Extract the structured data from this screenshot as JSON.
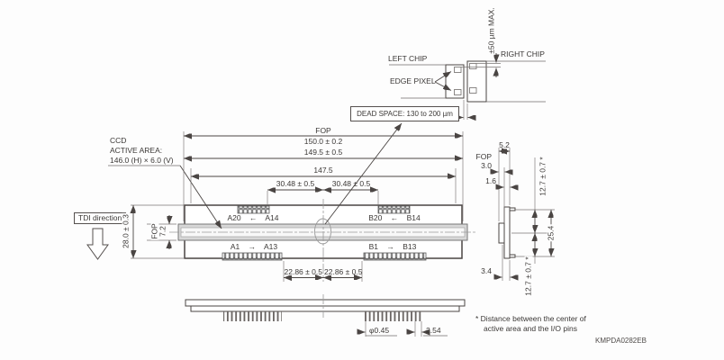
{
  "meta": {
    "part_number": "KMPDA0282EB"
  },
  "colors": {
    "line": "#4a4543",
    "text": "#3b3836",
    "light_line": "#8d8d8d",
    "background": "#fdfdfd"
  },
  "labels": {
    "tdi_direction": "TDI direction",
    "ccd_line1": "CCD",
    "ccd_line2": "ACTIVE AREA:",
    "ccd_line3": "146.0 (H) × 6.0 (V)"
  },
  "detail_view": {
    "left_chip": "LEFT CHIP",
    "right_chip": "RIGHT CHIP",
    "edge_pixel": "EDGE PIXEL",
    "offset_max": "±50 µm MAX.",
    "dead_space": "DEAD SPACE: 130 to 200 µm"
  },
  "top_view": {
    "fop_label": "FOP",
    "dim_fop_width": "150.0 ± 0.2",
    "dim_package_width": "149.5 ± 0.5",
    "dim_pin_span": "147.5",
    "dim_center_to_a": "30.48 ± 0.5",
    "dim_center_to_b": "30.48 ± 0.5",
    "dim_bottom_a": "22.86 ± 0.5",
    "dim_bottom_b": "22.86 ± 0.5",
    "dim_height": "28.0 ± 0.3",
    "fop_height_label": "FOP",
    "dim_fop_height": "7.2",
    "pins_top_a": "A20 ← A14",
    "pins_top_b": "B20 ← B14",
    "pins_bottom_a": "A1 → A13",
    "pins_bottom_b": "B1 → B13"
  },
  "side_view": {
    "dim_total_depth": "5.2",
    "fop_label": "FOP",
    "dim_fop_depth": "3.0",
    "dim_step": "1.6",
    "dim_base": "3.4",
    "dim_center_to_top_pins": "12.7 ± 0.7 *",
    "dim_pin_row_span": "25.4",
    "dim_center_to_bottom_pins": "12.7 ± 0.7 *"
  },
  "front_view": {
    "dim_pin_diameter": "φ0.45",
    "dim_pin_pitch": "2.54"
  },
  "footnote": {
    "line1": "* Distance between the center of",
    "line2": "active area and the I/O pins"
  }
}
